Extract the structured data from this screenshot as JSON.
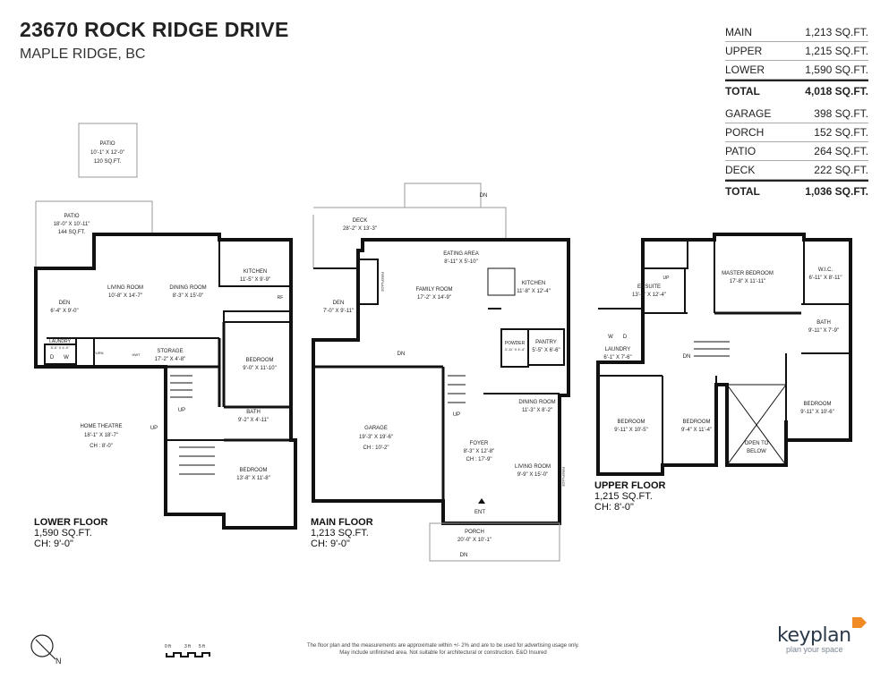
{
  "header": {
    "title": "23670 ROCK RIDGE DRIVE",
    "subtitle": "MAPLE RIDGE, BC"
  },
  "areas": [
    {
      "label": "MAIN",
      "value": "1,213 SQ.FT."
    },
    {
      "label": "UPPER",
      "value": "1,215 SQ.FT."
    },
    {
      "label": "LOWER",
      "value": "1,590 SQ.FT."
    },
    {
      "label": "TOTAL",
      "value": "4,018 SQ.FT."
    },
    {
      "label": "GARAGE",
      "value": "398 SQ.FT."
    },
    {
      "label": "PORCH",
      "value": "152 SQ.FT."
    },
    {
      "label": "PATIO",
      "value": "264 SQ.FT."
    },
    {
      "label": "DECK",
      "value": "222 SQ.FT."
    },
    {
      "label": "TOTAL",
      "value": "1,036 SQ.FT."
    }
  ],
  "floors": {
    "lower": {
      "name": "LOWER FLOOR",
      "area": "1,590 SQ.FT.",
      "ch": "CH: 9'-0\""
    },
    "main": {
      "name": "MAIN FLOOR",
      "area": "1,213 SQ.FT.",
      "ch": "CH: 9'-0\""
    },
    "upper": {
      "name": "UPPER FLOOR",
      "area": "1,215 SQ.FT.",
      "ch": "CH: 8'-0\""
    }
  },
  "rooms": {
    "lower": {
      "patio_top": {
        "name": "PATIO",
        "dim": "10'-1\" X 12'-0\"",
        "sqft": "120 SQ.FT."
      },
      "patio": {
        "name": "PATIO",
        "dim": "18'-0\" X 10'-11\"",
        "sqft": "144 SQ.FT."
      },
      "den": {
        "name": "DEN",
        "dim": "6'-4\" X 9'-0\""
      },
      "living": {
        "name": "LIVING ROOM",
        "dim": "10'-8\" X 14'-7\""
      },
      "dining": {
        "name": "DINING ROOM",
        "dim": "8'-3\" X 15'-0\""
      },
      "kitchen": {
        "name": "KITCHEN",
        "dim": "11'-5\" X 9'-9\""
      },
      "laundry": {
        "name": "LAUNDRY",
        "dim": "5'-0\" X 4'-0\""
      },
      "storage": {
        "name": "STORAGE",
        "dim": "17'-2\" X 4'-8\""
      },
      "bedroom1": {
        "name": "BEDROOM",
        "dim": "9'-0\" X 11'-10\""
      },
      "theatre": {
        "name": "HOME THEATRE",
        "dim": "18'-1\" X 18'-7\"",
        "ch": "CH : 8'-0\""
      },
      "bath": {
        "name": "BATH",
        "dim": "9'-2\" X 4'-11\""
      },
      "bedroom2": {
        "name": "BEDROOM",
        "dim": "13'-8\" X 11'-8\""
      }
    },
    "main": {
      "deck": {
        "name": "DECK",
        "dim": "28'-2\" X 13'-3\""
      },
      "eating": {
        "name": "EATING AREA",
        "dim": "8'-11\" X 5'-10\""
      },
      "family": {
        "name": "FAMILY ROOM",
        "dim": "17'-2\" X 14'-9\""
      },
      "kitchen": {
        "name": "KITCHEN",
        "dim": "11'-8\" X 12'-4\""
      },
      "den": {
        "name": "DEN",
        "dim": "7'-0\" X 9'-11\""
      },
      "powder": {
        "name": "POWDER",
        "dim": "3'-11\" X 4'-4\""
      },
      "pantry": {
        "name": "PANTRY",
        "dim": "5'-5\" X 6'-6\""
      },
      "garage": {
        "name": "GARAGE",
        "dim": "19'-3\" X 19'-6\"",
        "ch": "CH : 10'-2\""
      },
      "dining": {
        "name": "DINING ROOM",
        "dim": "11'-3\" X 8'-2\""
      },
      "foyer": {
        "name": "FOYER",
        "dim": "8'-3\" X 12'-8\"",
        "ch": "CH : 17'-9\""
      },
      "living": {
        "name": "LIVING ROOM",
        "dim": "9'-9\" X 15'-0\""
      },
      "porch": {
        "name": "PORCH",
        "dim": "20'-0\" X 10'-1\""
      }
    },
    "upper": {
      "ensuite": {
        "name": "ENSUITE",
        "dim": "13'-3\" X 12'-4\""
      },
      "master": {
        "name": "MASTER BEDROOM",
        "dim": "17'-8\" X 11'-11\""
      },
      "wic": {
        "name": "W.I.C.",
        "dim": "6'-11\" X 8'-11\""
      },
      "bath": {
        "name": "BATH",
        "dim": "9'-11\" X 7'-9\""
      },
      "laundry": {
        "name": "LAUNDRY",
        "dim": "6'-1\" X 7'-6\""
      },
      "bedroom1": {
        "name": "BEDROOM",
        "dim": "9'-11\" X 10'-5\""
      },
      "bedroom2": {
        "name": "BEDROOM",
        "dim": "9'-4\" X 11'-4\""
      },
      "bedroom3": {
        "name": "BEDROOM",
        "dim": "9'-11\" X 10'-6\""
      },
      "open": {
        "line1": "OPEN TO",
        "line2": "BELOW"
      }
    }
  },
  "marks": {
    "up": "UP",
    "dn": "DN",
    "ent": "ENT",
    "fireplace": "FIREPLACE",
    "furn": "FURN",
    "hwt": "HWT",
    "d": "D",
    "w": "W",
    "rf": "RF"
  },
  "scale": {
    "s0": "0 ft",
    "s3": "3 ft",
    "s5": "5 ft"
  },
  "compass": "N",
  "disclaimer": {
    "line1": "The floor plan and the measurements are approximate within +/- 2% and are to be used for advertising usage only.",
    "line2": "May include unfinished area. Not suitable for architectural or construction. E&O Insured"
  },
  "brand": {
    "name": "keyplan",
    "tagline": "plan your space",
    "accent": "#f08a24",
    "ink": "#2b3a4a"
  }
}
